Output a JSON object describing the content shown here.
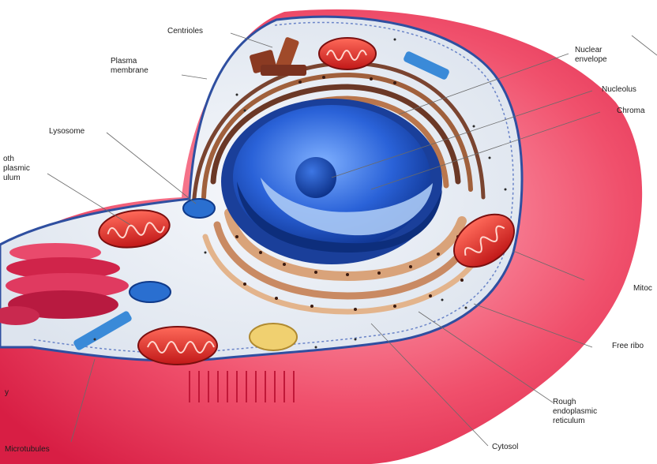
{
  "labels": {
    "centrioles": "Centrioles",
    "plasma_membrane": "Plasma\nmembrane",
    "lysosome": "Lysosome",
    "smooth_er": "oth\nplasmic\nulum",
    "nuclear_envelope": "Nuclear\nenvelope",
    "nucleolus": "Nucleolus",
    "chromatin": "Chroma",
    "mitochondrion": "Mitoc",
    "free_ribosomes": "Free ribo",
    "rough_er": "Rough\nendoplasmic\nreticulum",
    "cytosol": "Cytosol",
    "microtubules": "Microtubules",
    "left_cut": "y"
  },
  "colors": {
    "cytoplasm_outer": "#e8304f",
    "cytoplasm_pink": "#f05a74",
    "cytosol": "#e9eef5",
    "membrane": "#2f4fa0",
    "nucleus": "#1e52c8",
    "nucleolus": "#0f3a9c",
    "rough_er": "#c98a63",
    "er_dark": "#6b3826",
    "mitochondria": "#e02a2a",
    "golgi": "#d0244a",
    "lysosome": "#2a6fd0",
    "vesicle_yellow": "#f0d070",
    "microtubule": "#3a8ad8"
  }
}
